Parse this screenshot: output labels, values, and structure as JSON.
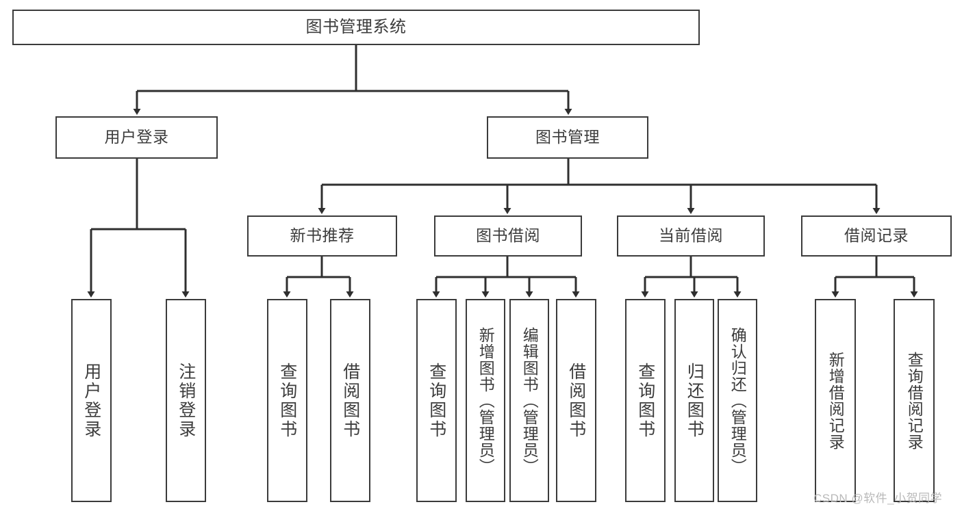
{
  "diagram": {
    "title": "图书管理系统",
    "type": "tree-hierarchy",
    "root": {
      "label": "图书管理系统"
    },
    "level1": [
      {
        "label": "用户登录"
      },
      {
        "label": "图书管理"
      }
    ],
    "level2": [
      {
        "label": "新书推荐",
        "parent": "图书管理"
      },
      {
        "label": "图书借阅",
        "parent": "图书管理"
      },
      {
        "label": "当前借阅",
        "parent": "图书管理"
      },
      {
        "label": "借阅记录",
        "parent": "图书管理"
      }
    ],
    "leaves": {
      "user_login": [
        {
          "label": "用户登录"
        },
        {
          "label": "注销登录"
        }
      ],
      "new_book_recommend": [
        {
          "label": "查询图书"
        },
        {
          "label": "借阅图书"
        }
      ],
      "book_borrow": [
        {
          "label": "查询图书"
        },
        {
          "label": "新增图书（管理员）"
        },
        {
          "label": "编辑图书（管理员）"
        },
        {
          "label": "借阅图书"
        }
      ],
      "current_borrow": [
        {
          "label": "查询图书"
        },
        {
          "label": "归还图书"
        },
        {
          "label": "确认归还（管理员）"
        }
      ],
      "borrow_record": [
        {
          "label": "新增借阅记录"
        },
        {
          "label": "查询借阅记录"
        }
      ]
    }
  },
  "watermark": {
    "text": "CSDN @软件_小贺同学"
  },
  "colors": {
    "box_border": "#3b3b3b",
    "text": "#3c3c3c",
    "edge": "#2f2f2f",
    "background": "#ffffff",
    "watermark": "#b9b9b9"
  }
}
